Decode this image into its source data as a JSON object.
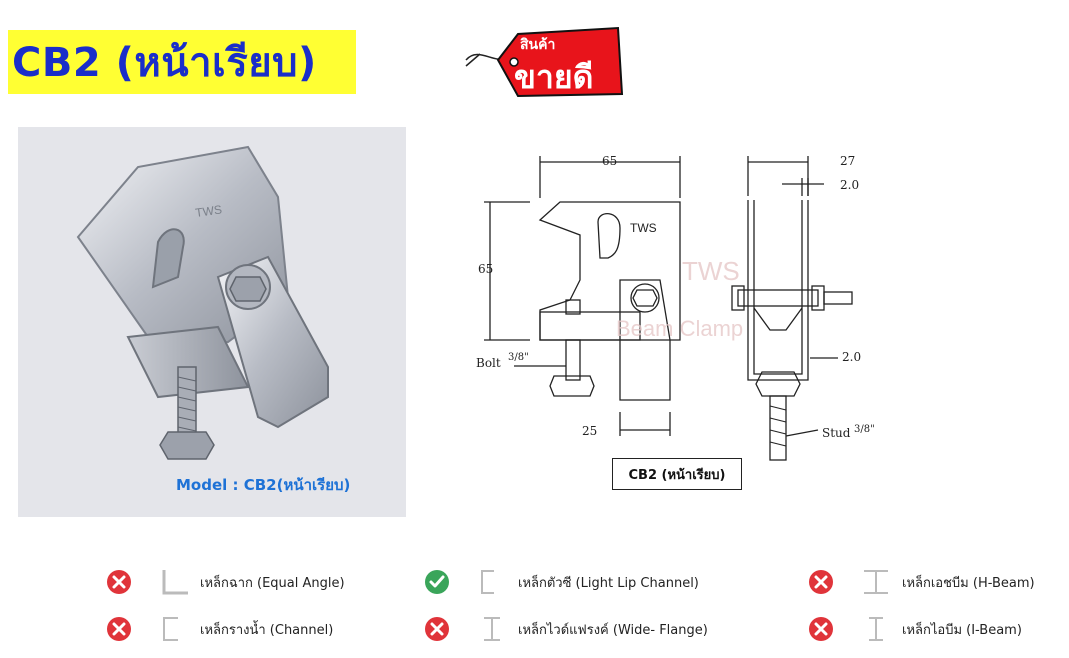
{
  "title": "CB2 (หน้าเรียบ)",
  "tag": {
    "small": "สินค้า",
    "big": "ขายดี",
    "color": "#e8141b"
  },
  "photo": {
    "model_label": "Model : CB2(หน้าเรียบ)",
    "stamp": "TWS"
  },
  "drawing": {
    "caption": "CB2 (หน้าเรียบ)",
    "stamp": "TWS",
    "watermark_line1": "TWS",
    "watermark_line2": "Beam Clamp",
    "dims": {
      "width_top": "65",
      "height_left": "65",
      "bolt": "Bolt",
      "bolt_size": "3/8\"",
      "bottom_width": "25",
      "side_top": "27",
      "side_thk_top": "2.0",
      "side_thk_mid": "2.0",
      "stud": "Stud",
      "stud_size": "3/8\""
    }
  },
  "colors": {
    "title_bg": "#ffff33",
    "title_text": "#1a2ec9",
    "x_red": "#e0343a",
    "check_green": "#3aa55a",
    "model_blue": "#1e72d6"
  },
  "legend": [
    {
      "status": "incompatible",
      "icon": "x-circle-icon",
      "shape": "equal-angle-icon",
      "label": "เหล็กฉาก (Equal Angle)"
    },
    {
      "status": "compatible",
      "icon": "check-circle-icon",
      "shape": "lip-channel-icon",
      "label": "เหล็กตัวซี (Light Lip Channel)"
    },
    {
      "status": "incompatible",
      "icon": "x-circle-icon",
      "shape": "h-beam-icon",
      "label": "เหล็กเอชบีม (H-Beam)"
    },
    {
      "status": "incompatible",
      "icon": "x-circle-icon",
      "shape": "channel-icon",
      "label": "เหล็กรางน้ำ (Channel)"
    },
    {
      "status": "incompatible",
      "icon": "x-circle-icon",
      "shape": "wide-flange-icon",
      "label": "เหล็กไวด์แฟรงค์ (Wide- Flange)"
    },
    {
      "status": "incompatible",
      "icon": "x-circle-icon",
      "shape": "i-beam-icon",
      "label": "เหล็กไอบีม (I-Beam)"
    }
  ]
}
